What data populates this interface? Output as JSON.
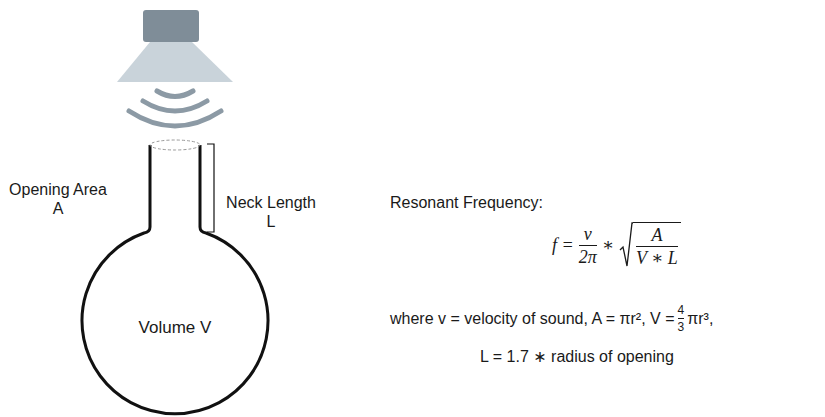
{
  "diagram": {
    "nodes": [
      {
        "text": [
          "Volume V"
        ]
      }
    ],
    "labels": [
      "Opening Area A",
      "Neck Length L",
      "Resonant Frequency:",
      "f =",
      "v",
      "2π",
      "∗",
      "A",
      "V ∗ L",
      "where v = velocity of sound, A = πr², V =",
      "4",
      "3",
      "πr³,",
      "L = 1.7 ∗ radius of opening"
    ]
  }
}
